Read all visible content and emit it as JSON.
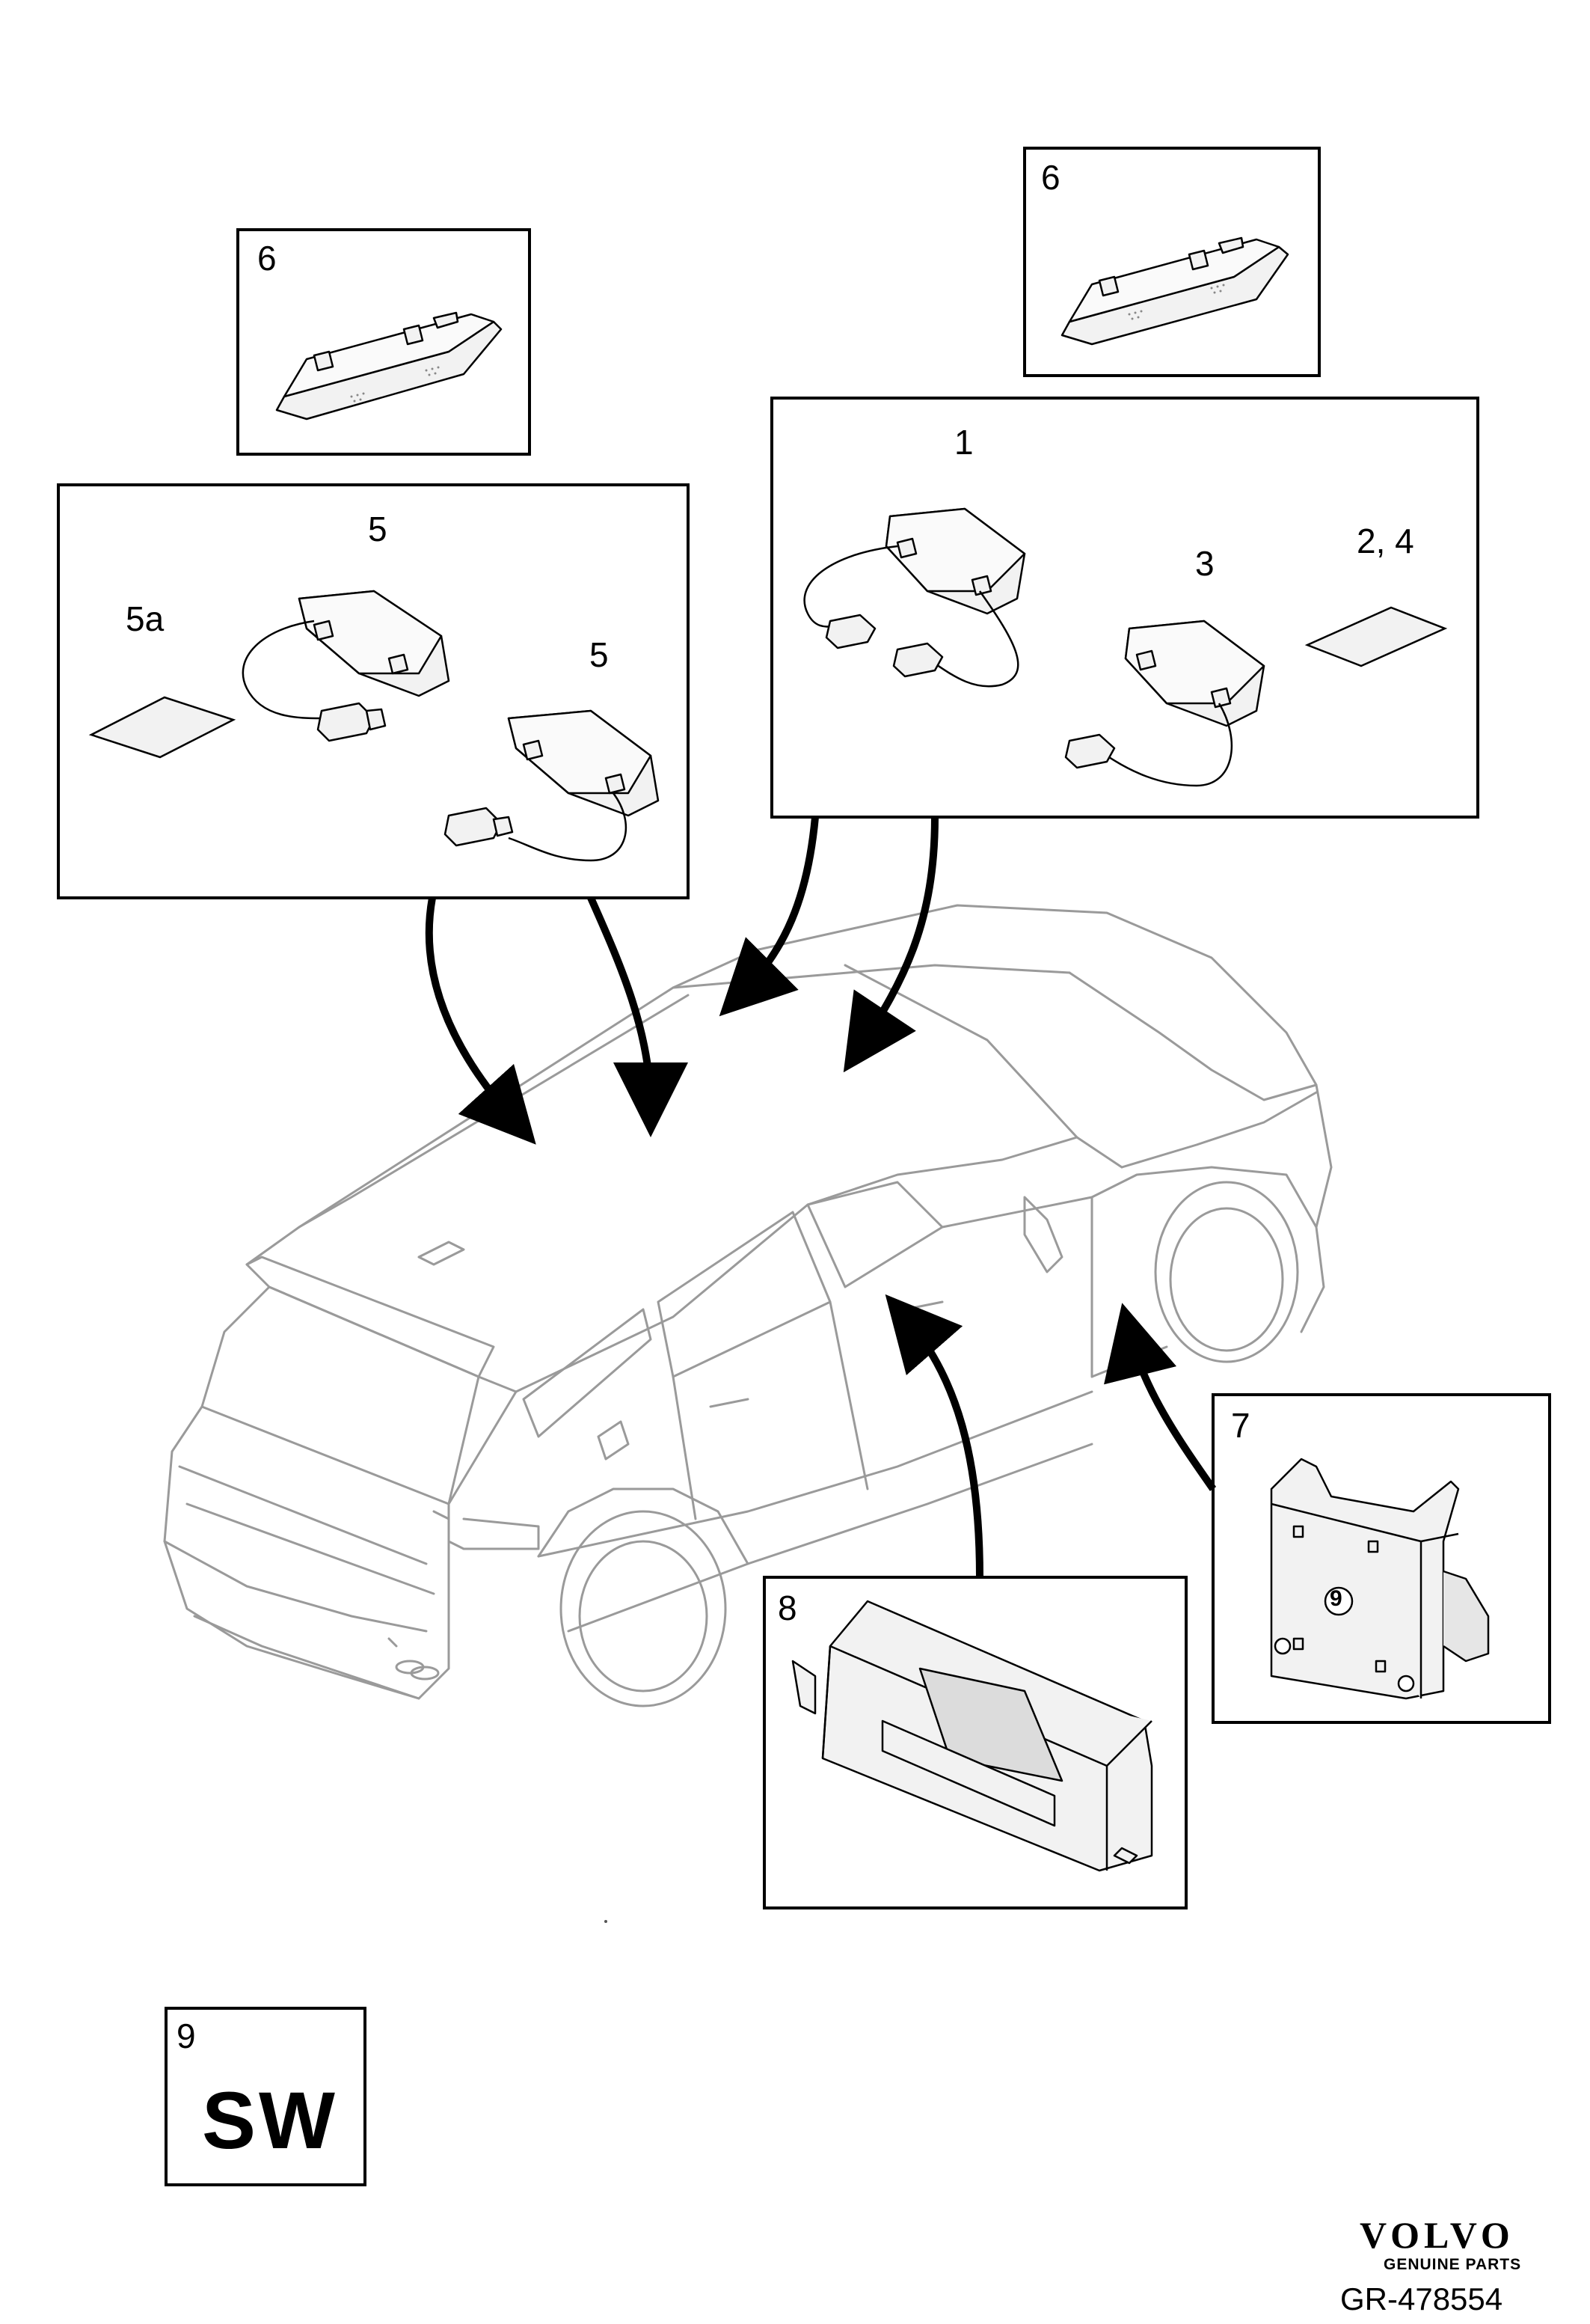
{
  "callouts": {
    "box1_label": "6",
    "box2_label": "6",
    "box3_label_5": "5",
    "box3_label_5a": "5a",
    "box3_label_5b": "5",
    "box4_label_1": "1",
    "box4_label_3": "3",
    "box4_label_24": "2, 4",
    "box7_label": "7",
    "box7_inner": "9",
    "box8_label": "8",
    "box9_label": "9",
    "box9_text": "SW"
  },
  "footer": {
    "brand": "VOLVO",
    "brand_sub": "GENUINE PARTS",
    "reference": "GR-478554"
  },
  "colors": {
    "line": "#000000",
    "car_line": "#9a9a9a",
    "part_fill": "#f2f2f2"
  }
}
